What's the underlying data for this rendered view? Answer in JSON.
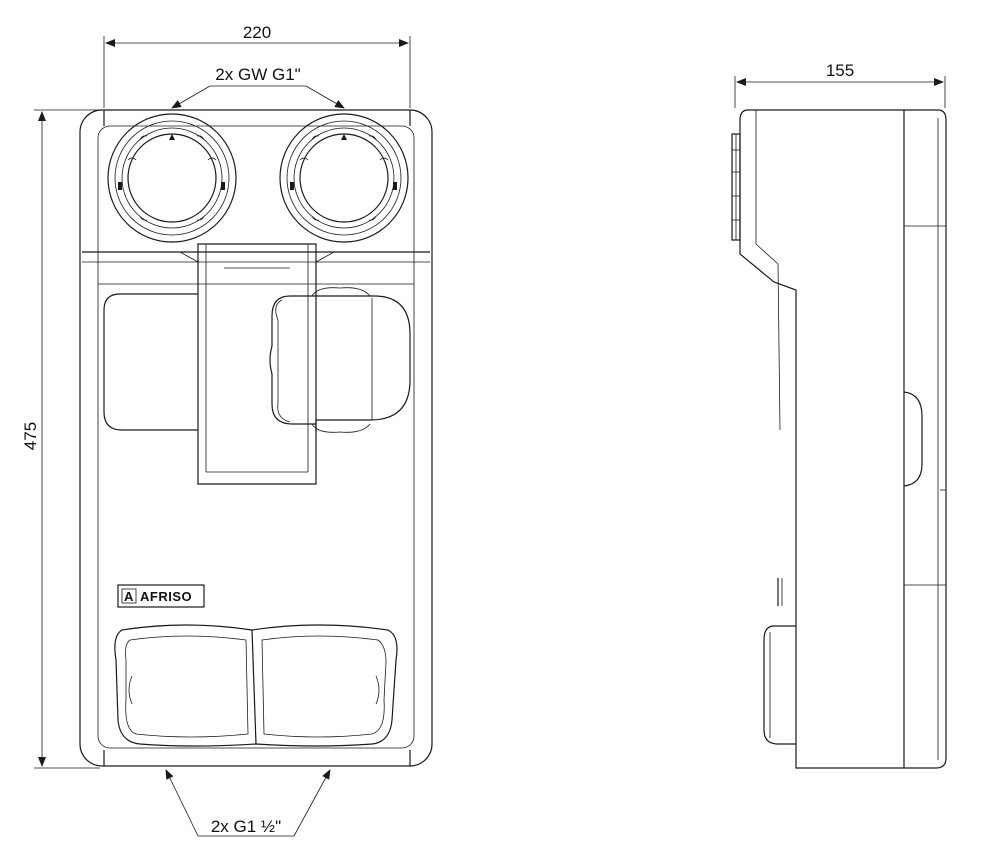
{
  "dimensions": {
    "front_width": "220",
    "front_height": "475",
    "side_depth": "155"
  },
  "labels": {
    "top_connections": "2x GW G1\"",
    "bottom_connections": "2x G1 ½\""
  },
  "brand": {
    "logo_text": "AFRISO",
    "logo_mark": "A"
  },
  "colors": {
    "line": "#1a1a1a",
    "background": "#ffffff"
  }
}
